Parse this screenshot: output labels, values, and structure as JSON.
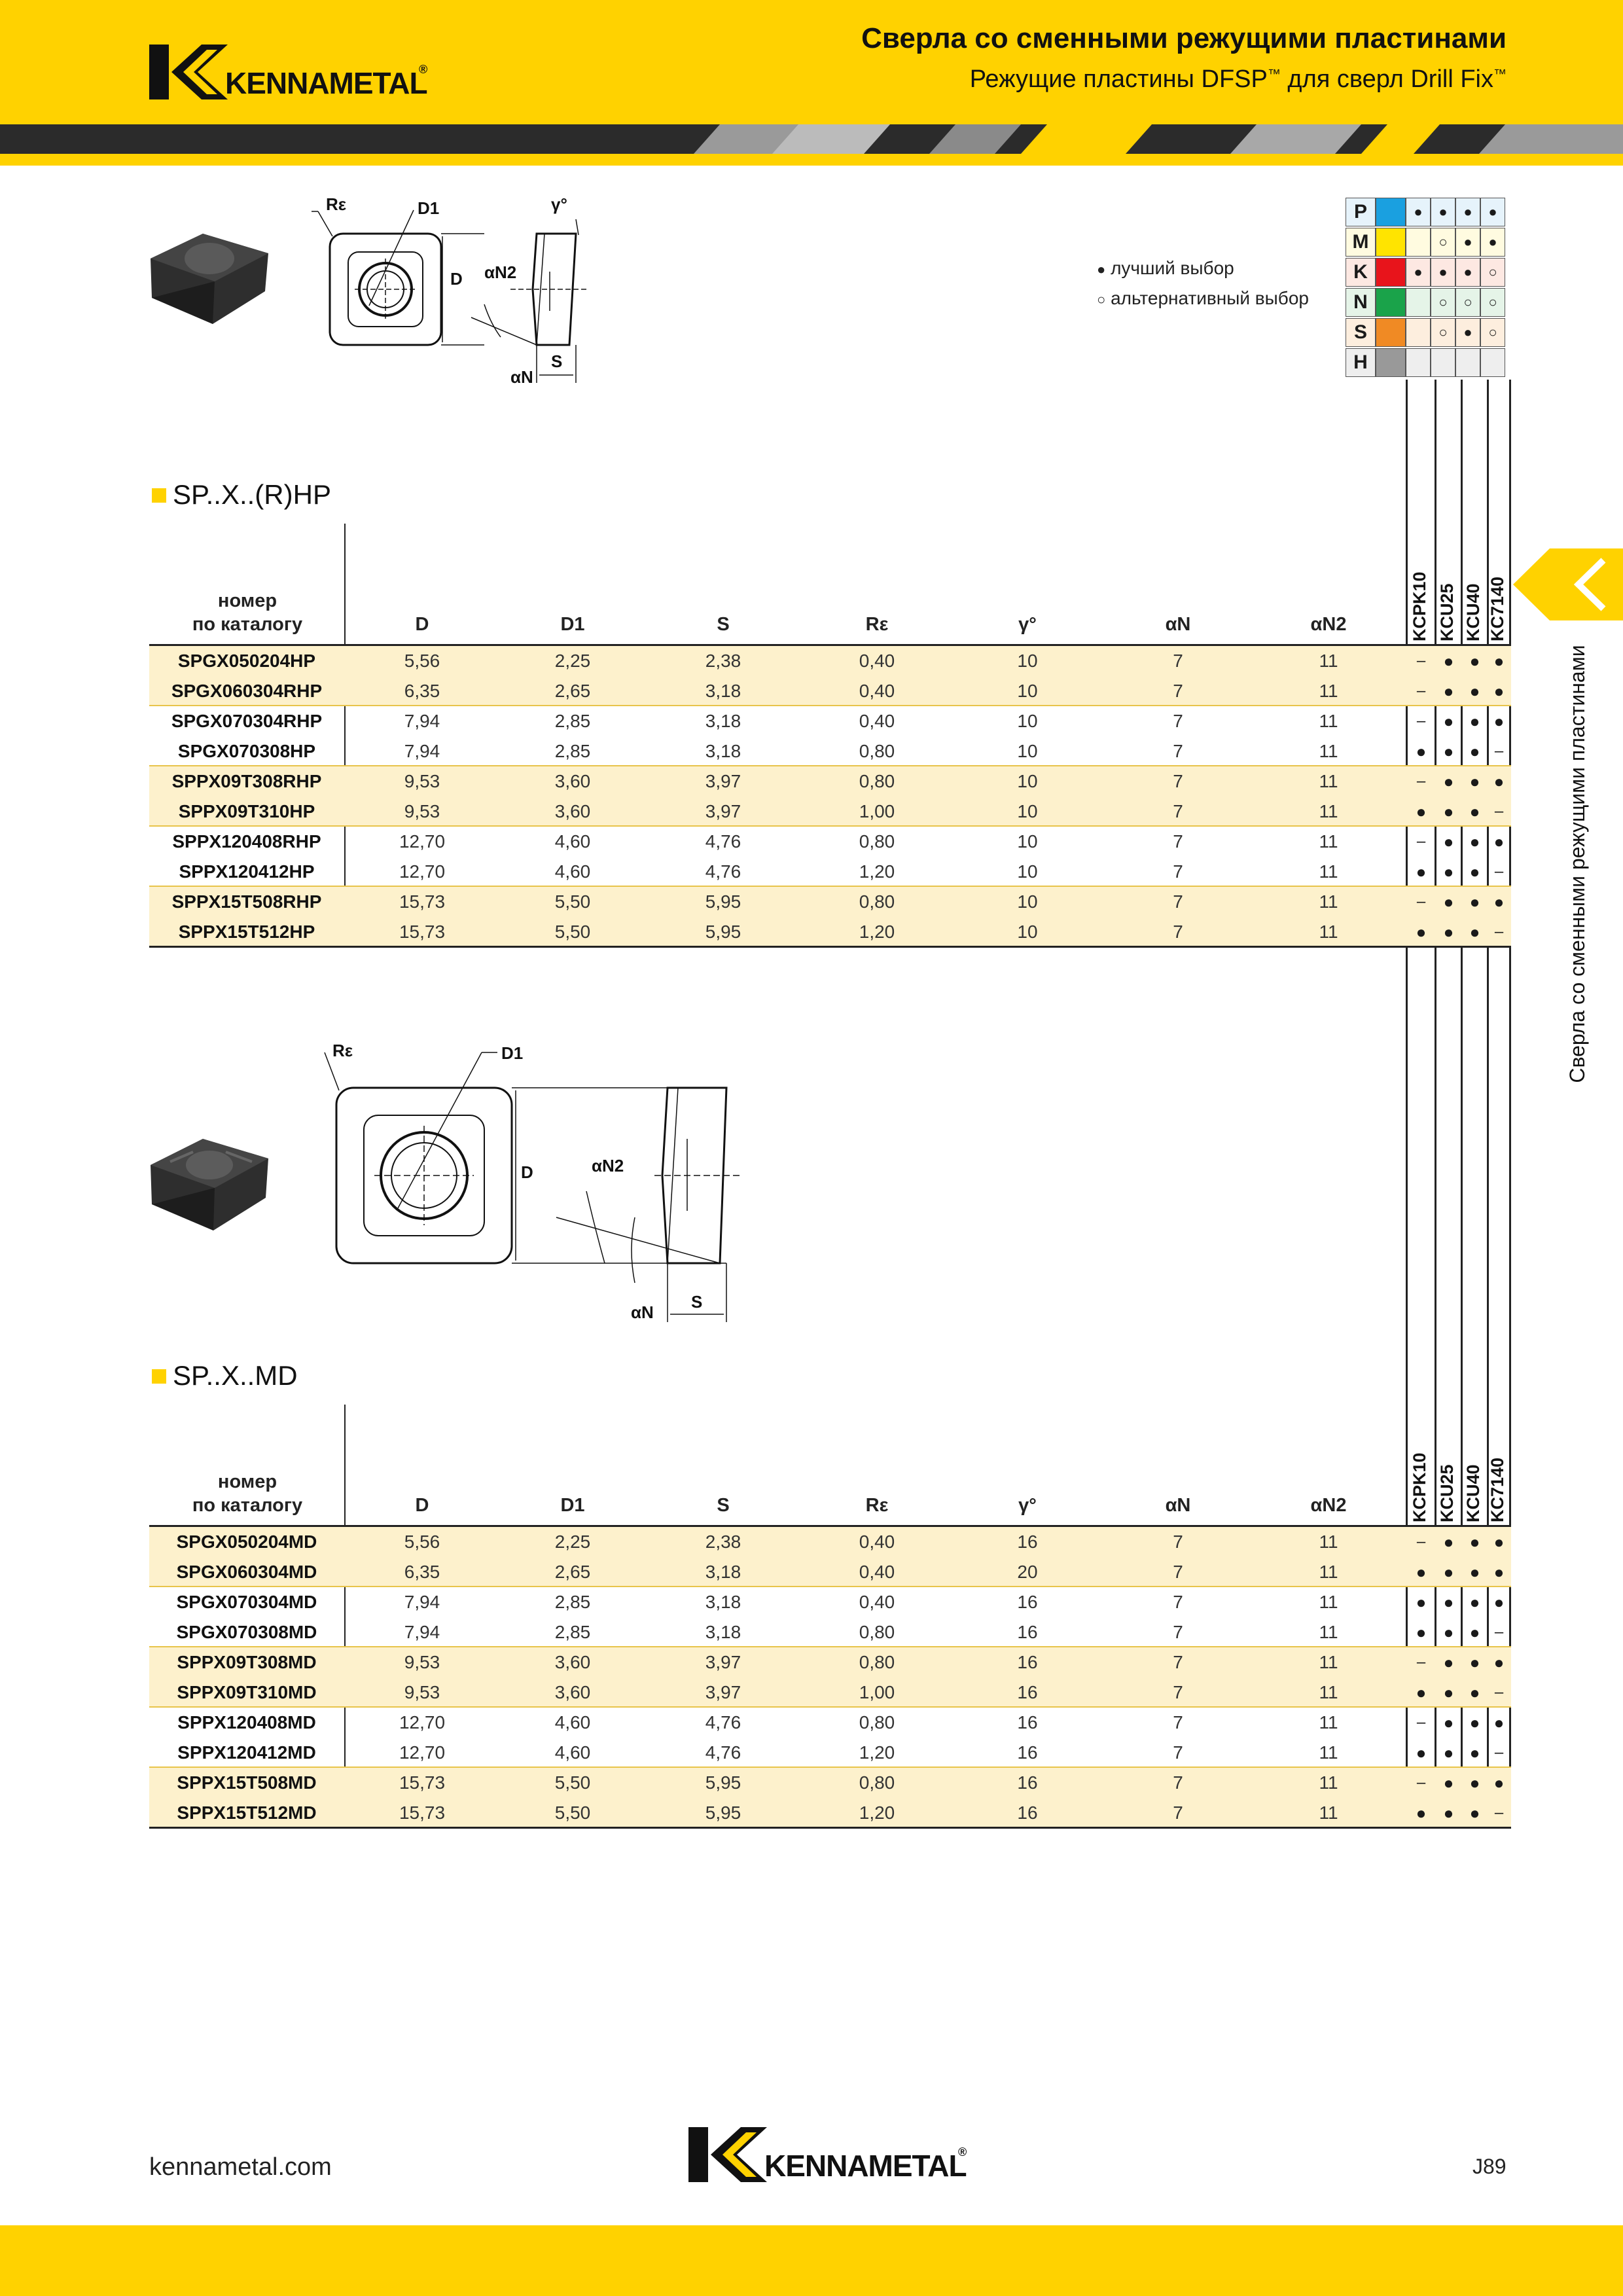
{
  "header": {
    "title": "Сверла со сменными режущими пластинами",
    "subtitle_main": "Режущие пластины DFSP",
    "subtitle_tm1": "™",
    "subtitle_mid": " для сверл Drill Fix",
    "subtitle_tm2": "™",
    "logo_text": "KENNAMETAL",
    "logo_mark": "®"
  },
  "side_tab_text": "Сверла со сменными режущими пластинами",
  "material_legend": {
    "best_label": "лучший выбор",
    "alt_label": "альтернативный выбор",
    "best_symbol": "●",
    "alt_symbol": "○",
    "grades": [
      "KCPK10",
      "KCU25",
      "KCU40",
      "KC7140"
    ],
    "rows": [
      {
        "code": "P",
        "color": "#1aa0e0",
        "marks": [
          "●",
          "●",
          "●",
          "●"
        ],
        "bg": "#e6f3fb"
      },
      {
        "code": "M",
        "color": "#ffe400",
        "marks": [
          "",
          "○",
          "●",
          "●"
        ],
        "bg": "#fffbe0"
      },
      {
        "code": "K",
        "color": "#e8141b",
        "marks": [
          "●",
          "●",
          "●",
          "○"
        ],
        "bg": "#fde8e2"
      },
      {
        "code": "N",
        "color": "#1aa34a",
        "marks": [
          "",
          "○",
          "○",
          "○"
        ],
        "bg": "#e5f4e8"
      },
      {
        "code": "S",
        "color": "#f08a24",
        "marks": [
          "",
          "○",
          "●",
          "○"
        ],
        "bg": "#fdeede"
      },
      {
        "code": "H",
        "color": "#999999",
        "marks": [
          "",
          "",
          "",
          ""
        ],
        "bg": "#eeeeee"
      }
    ]
  },
  "diagram_labels": {
    "re": "Rε",
    "d1": "D1",
    "d": "D",
    "an2": "αN2",
    "an": "αN",
    "s": "S",
    "gamma": "γ°"
  },
  "table_headers": {
    "catalog_line1": "номер",
    "catalog_line2": "по каталогу",
    "cols": [
      "D",
      "D1",
      "S",
      "Rε",
      "γ°",
      "αN",
      "αN2"
    ]
  },
  "sections": [
    {
      "title": "SP..X..(R)HP",
      "rows": [
        {
          "cat": "SPGX050204HP",
          "vals": [
            "5,56",
            "2,25",
            "2,38",
            "0,40",
            "10",
            "7",
            "11"
          ],
          "grades": [
            "–",
            "●",
            "●",
            "●"
          ]
        },
        {
          "cat": "SPGX060304RHP",
          "vals": [
            "6,35",
            "2,65",
            "3,18",
            "0,40",
            "10",
            "7",
            "11"
          ],
          "grades": [
            "–",
            "●",
            "●",
            "●"
          ]
        },
        {
          "cat": "SPGX070304RHP",
          "vals": [
            "7,94",
            "2,85",
            "3,18",
            "0,40",
            "10",
            "7",
            "11"
          ],
          "grades": [
            "–",
            "●",
            "●",
            "●"
          ]
        },
        {
          "cat": "SPGX070308HP",
          "vals": [
            "7,94",
            "2,85",
            "3,18",
            "0,80",
            "10",
            "7",
            "11"
          ],
          "grades": [
            "●",
            "●",
            "●",
            "–"
          ]
        },
        {
          "cat": "SPPX09T308RHP",
          "vals": [
            "9,53",
            "3,60",
            "3,97",
            "0,80",
            "10",
            "7",
            "11"
          ],
          "grades": [
            "–",
            "●",
            "●",
            "●"
          ]
        },
        {
          "cat": "SPPX09T310HP",
          "vals": [
            "9,53",
            "3,60",
            "3,97",
            "1,00",
            "10",
            "7",
            "11"
          ],
          "grades": [
            "●",
            "●",
            "●",
            "–"
          ]
        },
        {
          "cat": "SPPX120408RHP",
          "vals": [
            "12,70",
            "4,60",
            "4,76",
            "0,80",
            "10",
            "7",
            "11"
          ],
          "grades": [
            "–",
            "●",
            "●",
            "●"
          ]
        },
        {
          "cat": "SPPX120412HP",
          "vals": [
            "12,70",
            "4,60",
            "4,76",
            "1,20",
            "10",
            "7",
            "11"
          ],
          "grades": [
            "●",
            "●",
            "●",
            "–"
          ]
        },
        {
          "cat": "SPPX15T508RHP",
          "vals": [
            "15,73",
            "5,50",
            "5,95",
            "0,80",
            "10",
            "7",
            "11"
          ],
          "grades": [
            "–",
            "●",
            "●",
            "●"
          ]
        },
        {
          "cat": "SPPX15T512HP",
          "vals": [
            "15,73",
            "5,50",
            "5,95",
            "1,20",
            "10",
            "7",
            "11"
          ],
          "grades": [
            "●",
            "●",
            "●",
            "–"
          ]
        }
      ]
    },
    {
      "title": "SP..X..MD",
      "rows": [
        {
          "cat": "SPGX050204MD",
          "vals": [
            "5,56",
            "2,25",
            "2,38",
            "0,40",
            "16",
            "7",
            "11"
          ],
          "grades": [
            "–",
            "●",
            "●",
            "●"
          ]
        },
        {
          "cat": "SPGX060304MD",
          "vals": [
            "6,35",
            "2,65",
            "3,18",
            "0,40",
            "20",
            "7",
            "11"
          ],
          "grades": [
            "●",
            "●",
            "●",
            "●"
          ]
        },
        {
          "cat": "SPGX070304MD",
          "vals": [
            "7,94",
            "2,85",
            "3,18",
            "0,40",
            "16",
            "7",
            "11"
          ],
          "grades": [
            "●",
            "●",
            "●",
            "●"
          ]
        },
        {
          "cat": "SPGX070308MD",
          "vals": [
            "7,94",
            "2,85",
            "3,18",
            "0,80",
            "16",
            "7",
            "11"
          ],
          "grades": [
            "●",
            "●",
            "●",
            "–"
          ]
        },
        {
          "cat": "SPPX09T308MD",
          "vals": [
            "9,53",
            "3,60",
            "3,97",
            "0,80",
            "16",
            "7",
            "11"
          ],
          "grades": [
            "–",
            "●",
            "●",
            "●"
          ]
        },
        {
          "cat": "SPPX09T310MD",
          "vals": [
            "9,53",
            "3,60",
            "3,97",
            "1,00",
            "16",
            "7",
            "11"
          ],
          "grades": [
            "●",
            "●",
            "●",
            "–"
          ]
        },
        {
          "cat": "SPPX120408MD",
          "vals": [
            "12,70",
            "4,60",
            "4,76",
            "0,80",
            "16",
            "7",
            "11"
          ],
          "grades": [
            "–",
            "●",
            "●",
            "●"
          ]
        },
        {
          "cat": "SPPX120412MD",
          "vals": [
            "12,70",
            "4,60",
            "4,76",
            "1,20",
            "16",
            "7",
            "11"
          ],
          "grades": [
            "●",
            "●",
            "●",
            "–"
          ]
        },
        {
          "cat": "SPPX15T508MD",
          "vals": [
            "15,73",
            "5,50",
            "5,95",
            "0,80",
            "16",
            "7",
            "11"
          ],
          "grades": [
            "–",
            "●",
            "●",
            "●"
          ]
        },
        {
          "cat": "SPPX15T512MD",
          "vals": [
            "15,73",
            "5,50",
            "5,95",
            "1,20",
            "16",
            "7",
            "11"
          ],
          "grades": [
            "●",
            "●",
            "●",
            "–"
          ]
        }
      ]
    }
  ],
  "footer": {
    "url": "kennametal.com",
    "page": "J89"
  }
}
